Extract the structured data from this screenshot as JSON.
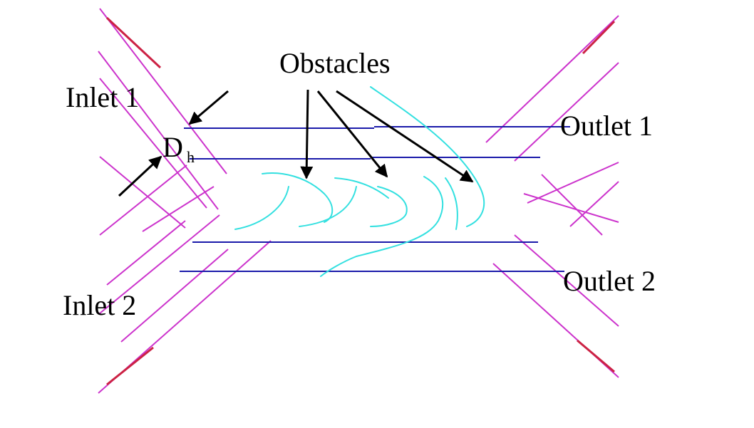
{
  "labels": {
    "inlet1": "Inlet 1",
    "inlet2": "Inlet 2",
    "outlet1": "Outlet 1",
    "outlet2": "Outlet 2",
    "obstacles": "Obstacles",
    "dh_main": "D",
    "dh_sub": "h"
  },
  "colors": {
    "channel_walls": "#cc33cc",
    "wall_accent": "#cc2244",
    "center_channel": "#1a1aaa",
    "obstacles": "#33e0e0",
    "arrows": "#000000",
    "text": "#000000"
  }
}
